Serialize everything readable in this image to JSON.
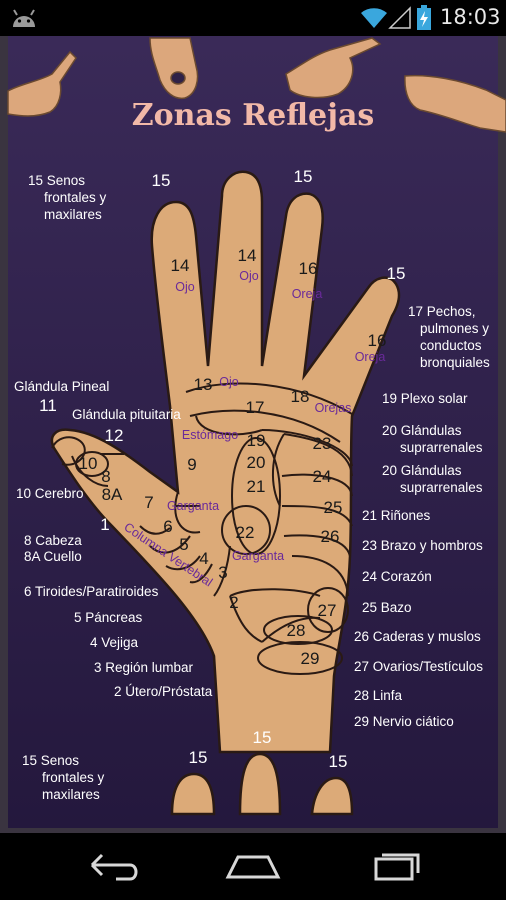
{
  "status_bar": {
    "time": "18:03",
    "icons": [
      "android-icon",
      "wifi-icon",
      "signal-icon",
      "battery-charging-icon"
    ]
  },
  "poster": {
    "title": "Zonas Reflejas",
    "left_labels": {
      "senos_top_1": "15 Senos",
      "senos_top_2": "frontales y",
      "senos_top_3": "maxilares",
      "pineal": "Glándula Pineal",
      "pituitaria": "Glándula pituitaria",
      "cerebro": "10 Cerebro",
      "cabeza": "8 Cabeza",
      "cuello": "8A Cuello",
      "tiroides": "6 Tiroides/Paratiroides",
      "pancreas": "5 Páncreas",
      "vejiga": "4 Vejiga",
      "lumbar": "3 Región lumbar",
      "utero": "2 Útero/Próstata",
      "senos_bot_1": "15 Senos",
      "senos_bot_2": "frontales y",
      "senos_bot_3": "maxilares"
    },
    "right_labels": {
      "pechos_1": "17 Pechos,",
      "pechos_2": "pulmones y",
      "pechos_3": "conductos",
      "pechos_4": "bronquiales",
      "plexo": "19 Plexo solar",
      "supra1_1": "20 Glándulas",
      "supra1_2": "suprarrenales",
      "supra2_1": "20 Glándulas",
      "supra2_2": "suprarrenales",
      "rinones": "21 Riñones",
      "brazo": "23 Brazo y hombros",
      "corazon": "24 Corazón",
      "bazo": "25 Bazo",
      "caderas": "26 Caderas y muslos",
      "ovarios": "27 Ovarios/Testículos",
      "linfa": "28 Linfa",
      "nervio": "29 Nervio ciático"
    },
    "zone_numbers": {
      "f15a": "15",
      "f15b": "15",
      "f15c": "15",
      "z14a": "14",
      "z14b": "14",
      "z16a": "16",
      "z16b": "16",
      "z13": "13",
      "z17": "17",
      "z18": "18",
      "z19": "19",
      "z20": "20",
      "z21": "21",
      "z9": "9",
      "z10": "10",
      "z11": "11",
      "z12": "12",
      "z8": "8",
      "z8a": "8A",
      "z7": "7",
      "z6": "6",
      "z5": "5",
      "z4": "4",
      "z3": "3",
      "z2": "2",
      "z1": "1",
      "z22": "22",
      "z23": "23",
      "z24": "24",
      "z25": "25",
      "z26": "26",
      "z27": "27",
      "z28": "28",
      "z29": "29",
      "t15a": "15",
      "t15b": "15",
      "t15c": "15"
    },
    "zone_words": {
      "ojo1": "Ojo",
      "ojo2": "Ojo",
      "oreja1": "Oreja",
      "oreja2": "Oreja",
      "ojo3": "Ojo",
      "orejas": "Orejas",
      "estomago": "Estómago",
      "garganta1": "Garganta",
      "garganta2": "Garganta",
      "columna": "Columna Vertebral"
    }
  },
  "nav_bar": {
    "buttons": [
      "back-button",
      "home-button",
      "recents-button"
    ]
  }
}
